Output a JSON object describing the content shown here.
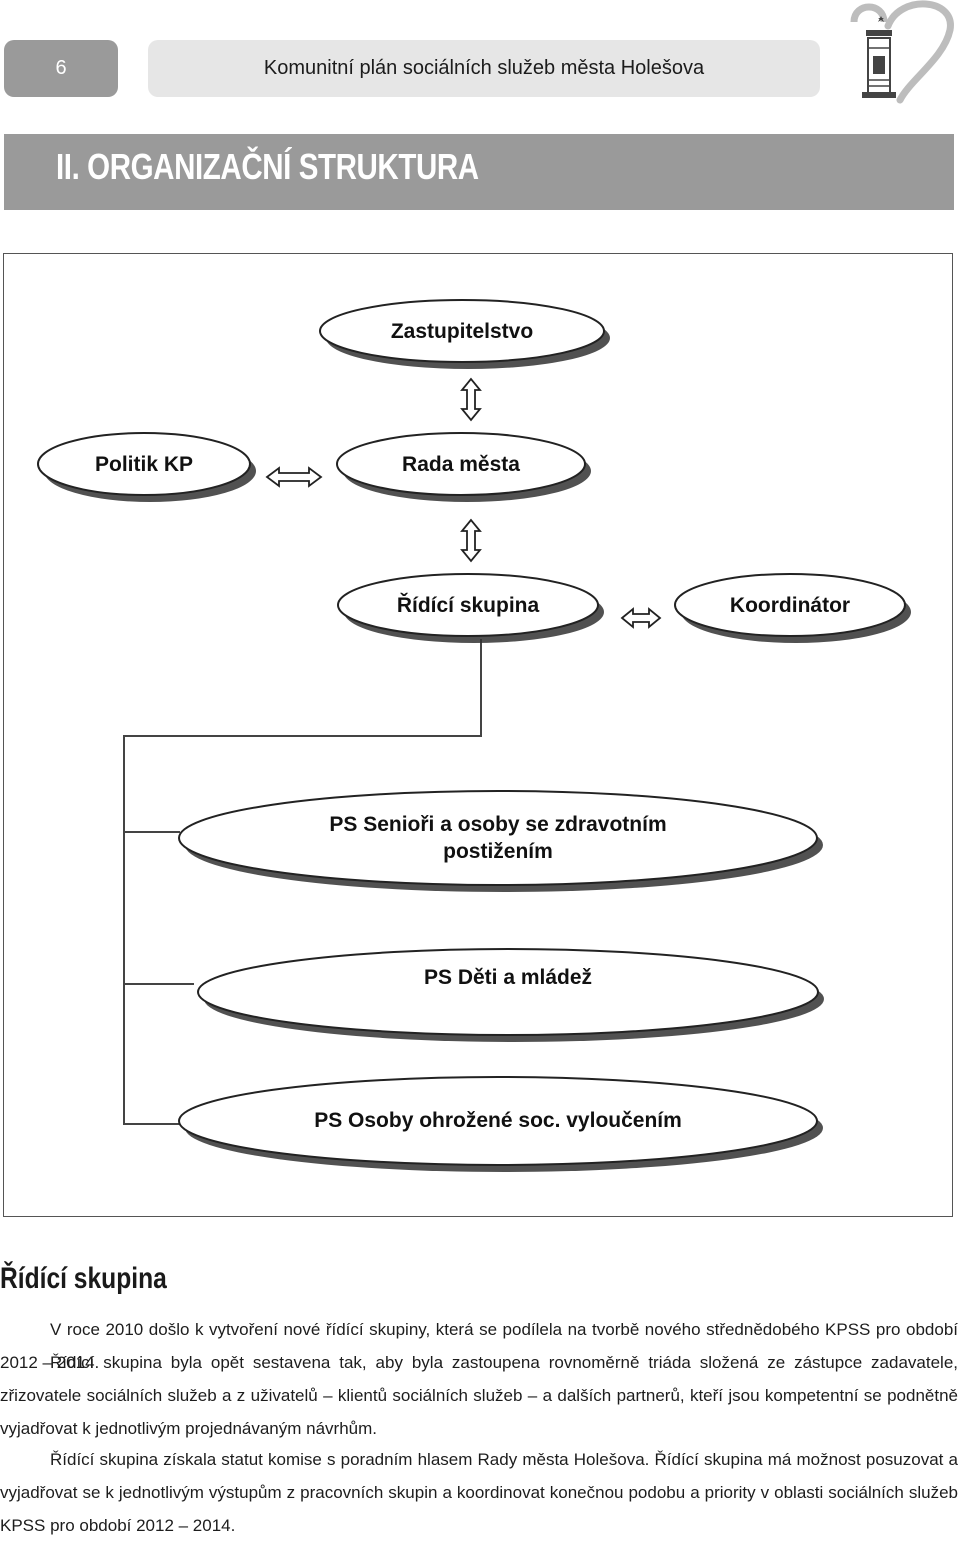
{
  "header": {
    "page_number": "6",
    "title": "Komunitní plán sociálních služeb města Holešova"
  },
  "chapter": {
    "title": "II. ORGANIZAČNÍ STRUKTURA"
  },
  "diagram": {
    "nodes": {
      "zastupitelstvo": "Zastupitelstvo",
      "politik": "Politik KP",
      "rada": "Rada města",
      "ridici": "Řídící skupina",
      "koordinator": "Koordinátor",
      "ps_seniori": "PS Senioři a osoby se zdravotním\npostižením",
      "ps_deti": "PS Děti a mládež",
      "ps_osoby": "PS Osoby ohrožené soc. vyloučením"
    }
  },
  "section": {
    "heading": "Řídící skupina",
    "paragraphs": [
      "V roce 2010 došlo k vytvoření nové řídící skupiny, která se podílela na tvorbě nového střednědobého KPSS pro období 2012 – 2014.",
      "Řídící skupina byla opět sestavena tak, aby byla zastoupena rovnoměrně triáda složená ze zástupce zadavatele, zřizovatele sociálních služeb a z uživatelů – klientů sociálních služeb – a dalších partnerů, kteří jsou kompetentní se podnětně vyjadřovat k jednotlivým projednávaným návrhům.",
      "Řídící skupina získala statut komise s poradním hlasem Rady města Holešova. Řídící skupina má možnost posuzovat a vyjadřovat se k jednotlivým výstupům z pracovních skupin a koordinovat konečnou podobu a priority v oblasti sociálních služeb KPSS pro období 2012 – 2014."
    ]
  },
  "colors": {
    "header_gray": "#9a9a9a",
    "header_light": "#e6e6e6"
  }
}
